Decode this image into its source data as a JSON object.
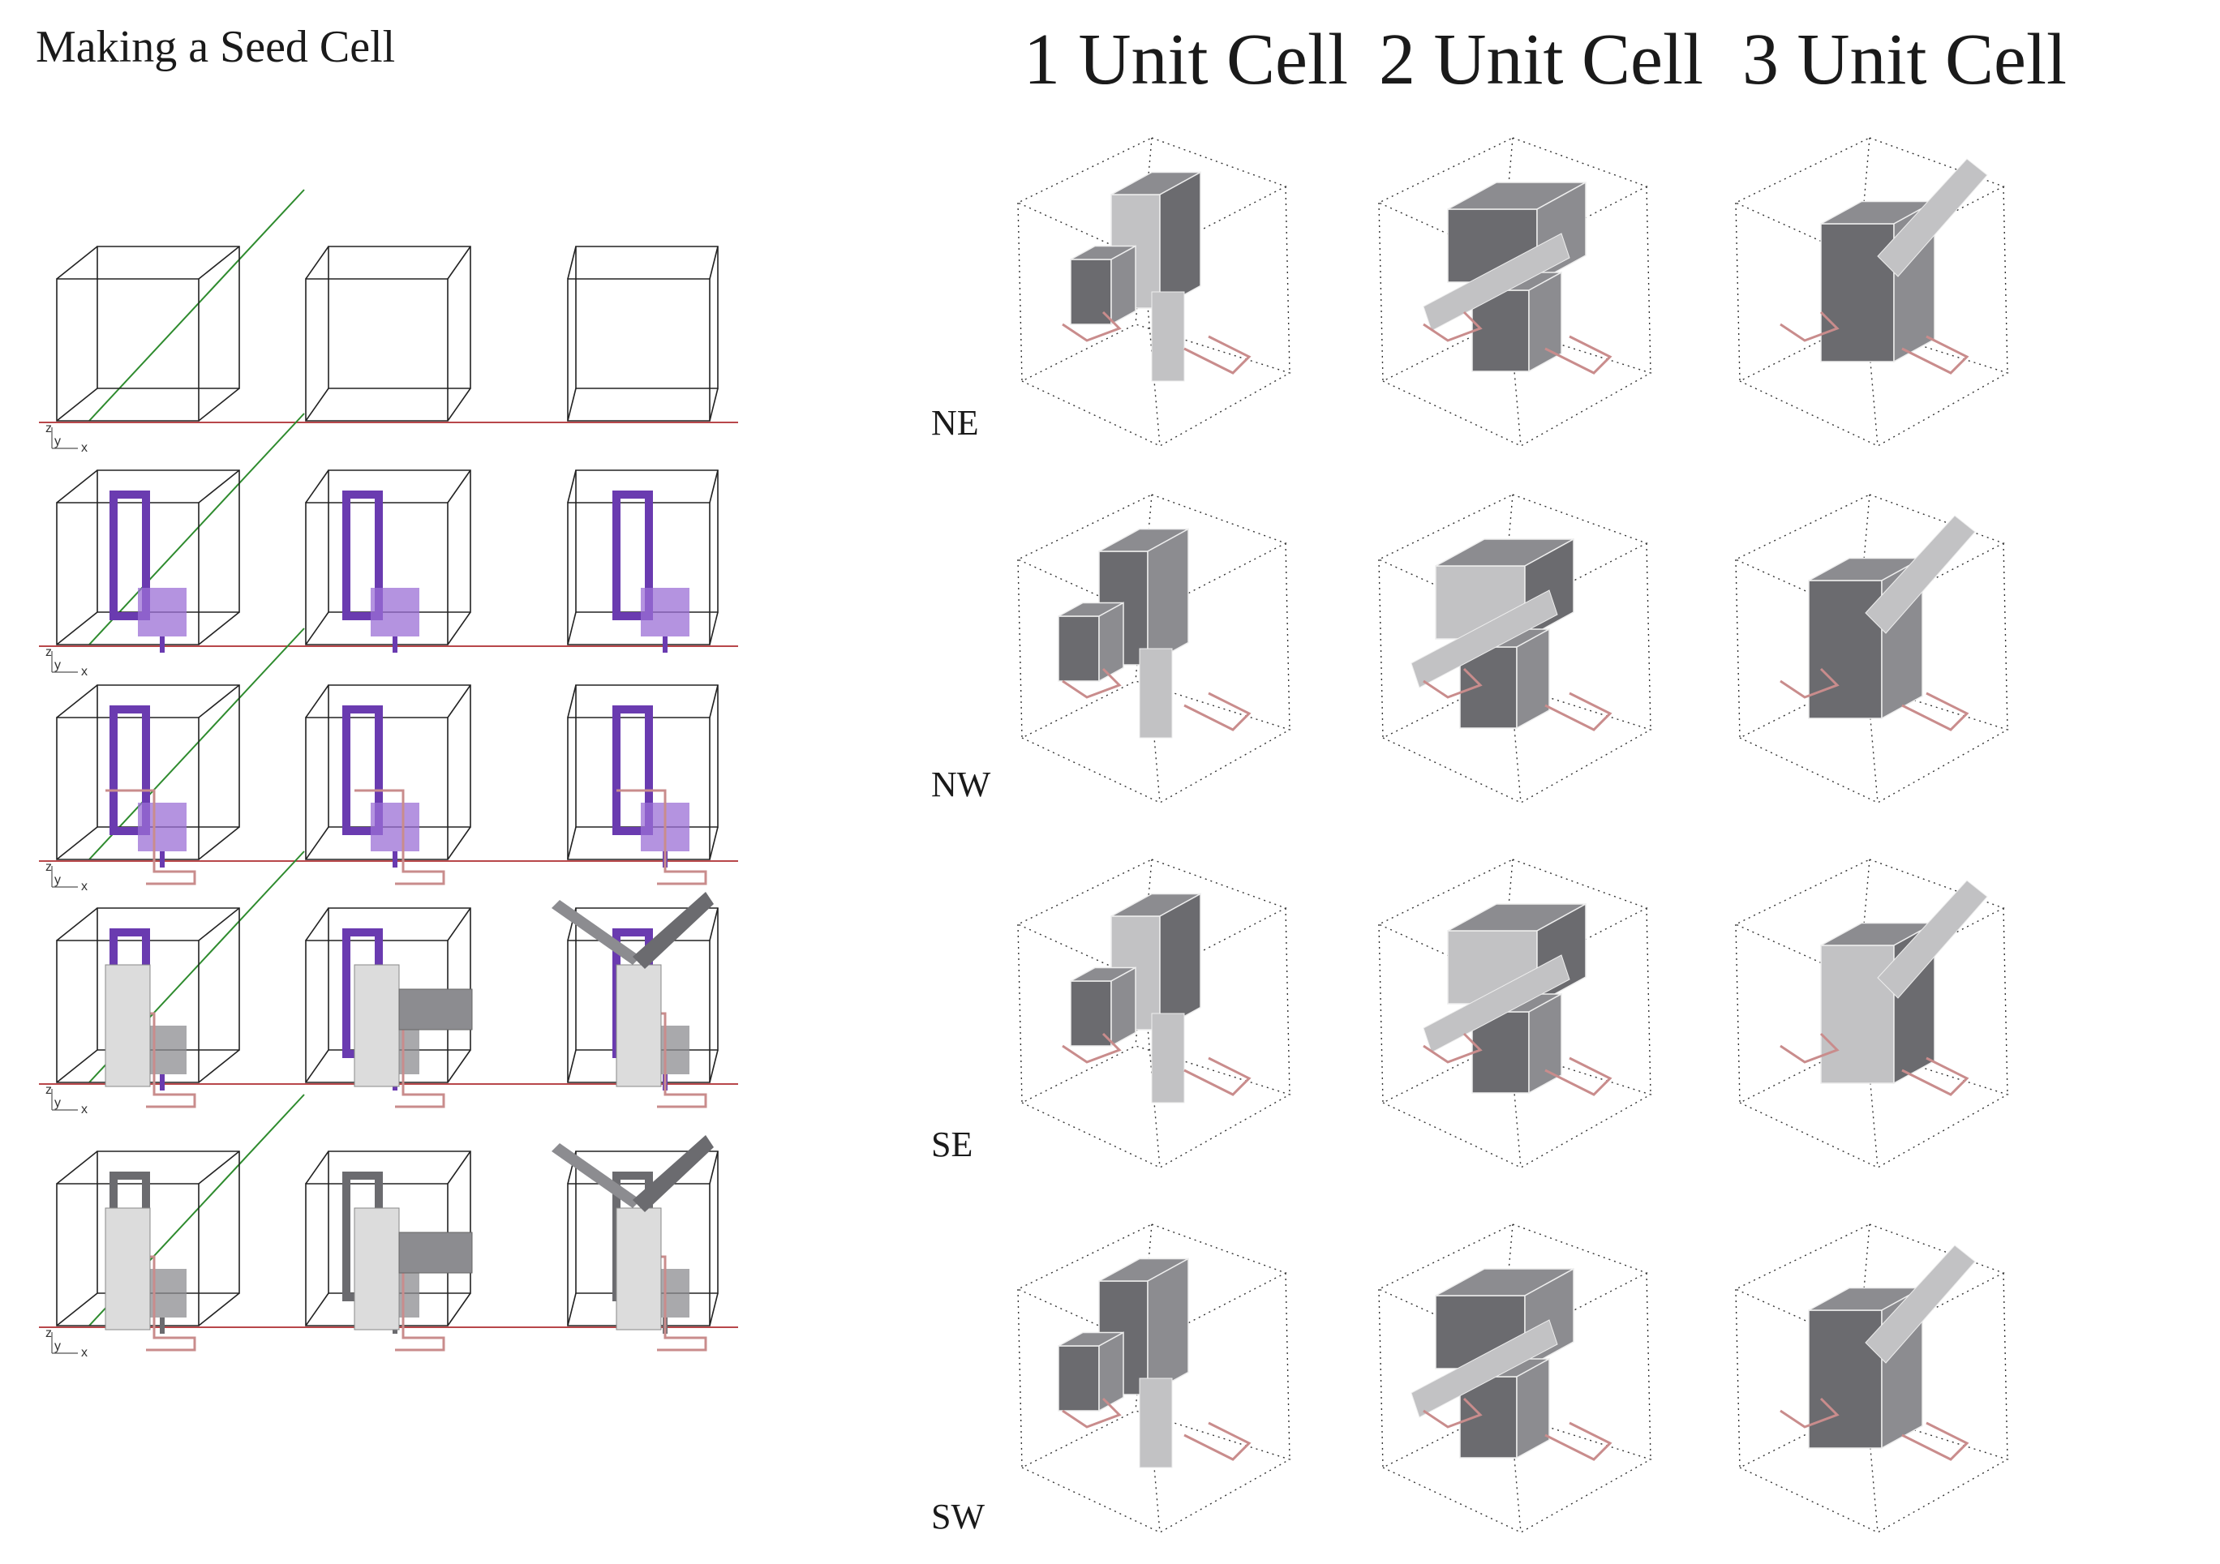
{
  "page_title": "Making a Seed Cell",
  "column_headers": [
    "1 Unit Cell",
    "2 Unit Cell",
    "3 Unit Cell"
  ],
  "view_labels": [
    "NE",
    "NW",
    "SE",
    "SW"
  ],
  "axis_letters": {
    "z": "z",
    "y": "y",
    "x": "x"
  },
  "colors": {
    "wire": "#222222",
    "green_axis": "#2e8b2e",
    "red_axis": "#b8474a",
    "purple": "#6a3bb0",
    "purple_light": "#9b6fd6",
    "pink_path": "#c98c8c",
    "panel_dark": "#6b6b6f",
    "panel_mid": "#8c8c90",
    "panel_light": "#c2c2c4",
    "panel_white": "#dcdcdc"
  }
}
